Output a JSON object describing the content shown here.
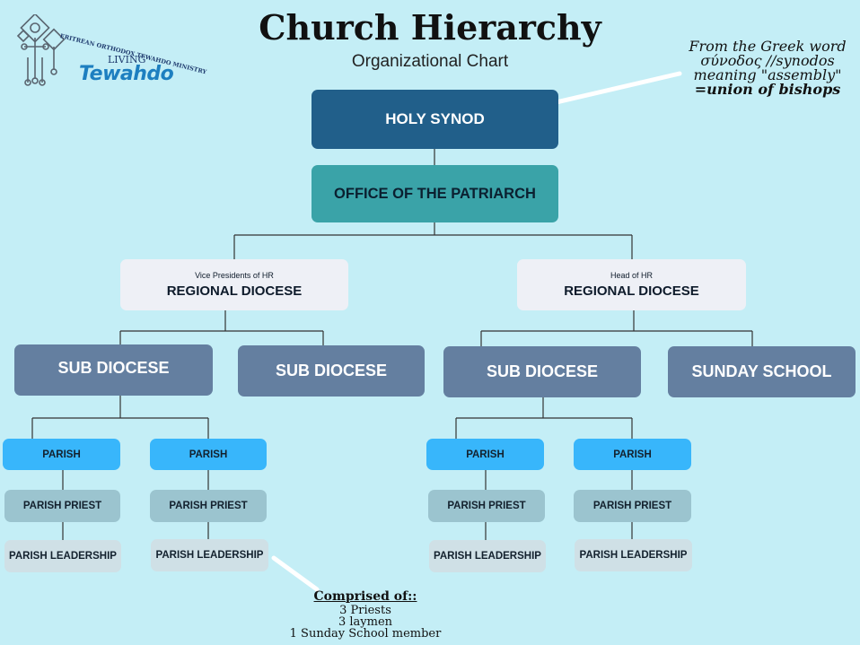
{
  "header": {
    "title": "Church Hierarchy",
    "subtitle": "Organizational Chart"
  },
  "logo": {
    "arc_text": "ERITREAN ORTHODOX TEWAHDO MINISTRY",
    "living": "LIVING",
    "brand": "Tewahdo"
  },
  "synod_note": {
    "line1": "From the Greek word",
    "line2": "σύνοδος //synodos",
    "line3": "meaning \"assembly\"",
    "line4": "=union of bishops"
  },
  "nodes": {
    "holy_synod": "HOLY SYNOD",
    "patriarch": "OFFICE OF THE PATRIARCH",
    "regional_left_head": "Vice Presidents of HR",
    "regional_left": "REGIONAL DIOCESE",
    "regional_right_head": "Head of HR",
    "regional_right": "REGIONAL DIOCESE",
    "sub_diocese_1": "SUB DIOCESE",
    "sub_diocese_2": "SUB DIOCESE",
    "sub_diocese_3": "SUB DIOCESE",
    "sunday_school": "SUNDAY SCHOOL",
    "parish_columns": [
      {
        "parish": "PARISH",
        "priest": "PARISH PRIEST",
        "leadership": "PARISH LEADERSHIP"
      },
      {
        "parish": "PARISH",
        "priest": "PARISH PRIEST",
        "leadership": "PARISH LEADERSHIP"
      },
      {
        "parish": "PARISH",
        "priest": "PARISH PRIEST",
        "leadership": "PARISH LEADERSHIP"
      },
      {
        "parish": "PARISH",
        "priest": "PARISH PRIEST",
        "leadership": "PARISH LEADERSHIP"
      }
    ]
  },
  "leadership_note": {
    "heading": "Comprised of::",
    "line1": "3 Priests",
    "line2": "3 laymen",
    "line3": "1 Sunday School member"
  },
  "colors": {
    "background": "#c4eef6",
    "holy_synod": "#215f8a",
    "patriarch": "#3aa3a8",
    "regional": "#eef0f6",
    "sub_diocese": "#647fa0",
    "parish": "#38b6fb",
    "parish_priest": "#9bc4cf",
    "parish_leadership": "#cfe0e6"
  }
}
